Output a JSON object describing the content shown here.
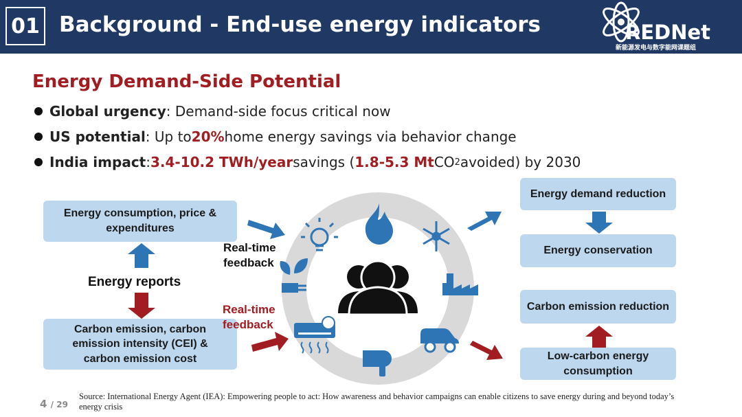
{
  "header": {
    "section_number": "01",
    "title": "Background - End-use energy indicators",
    "logo_text": "REDNet",
    "logo_subtitle": "新能源发电与数字能网课题组"
  },
  "content": {
    "subheading": "Energy Demand-Side Potential",
    "bullets": [
      {
        "bold": "Global urgency",
        "text": ": Demand-side focus critical now"
      },
      {
        "bold": "US potential",
        "text1": ": Up to ",
        "highlight": "20%",
        "text2": " home energy savings via behavior change"
      },
      {
        "bold": "India impact",
        "sep": ": ",
        "highlight1": "3.4-10.2 TWh/year",
        "text1": " savings (",
        "highlight2": "1.8-5.3 Mt",
        "text2": " CO",
        "sub": "2",
        "text3": " avoided) by 2030"
      }
    ]
  },
  "diagram": {
    "left_top_box": "Energy consumption, price & expenditures",
    "center_left_label": "Energy reports",
    "left_bottom_box": "Carbon emission, carbon emission intensity (CEI) & carbon emission cost",
    "feedback_blue": "Real-time feedback",
    "feedback_red": "Real-time feedback",
    "right_boxes": {
      "demand_reduction": "Energy demand reduction",
      "conservation": "Energy conservation",
      "carbon_reduction": "Carbon emission reduction",
      "low_carbon": "Low-carbon energy consumption"
    },
    "icons": [
      "lightbulb-icon",
      "flame-icon",
      "snowflake-icon",
      "factory-icon",
      "car-icon",
      "hair-dryer-icon",
      "air-conditioner-icon",
      "plant-plug-icon",
      "people-icon"
    ],
    "colors": {
      "blue": "#2e75b6",
      "red": "#a11d21",
      "box": "#bdd7ee",
      "ring": "#d9d9d9"
    }
  },
  "footer": {
    "source": "Source: International Energy Agent (IEA): Empowering people to act: How awareness and behavior campaigns can enable citizens to save energy during and beyond today’s energy crisis",
    "page_current": "4",
    "page_total": "/ 29"
  }
}
